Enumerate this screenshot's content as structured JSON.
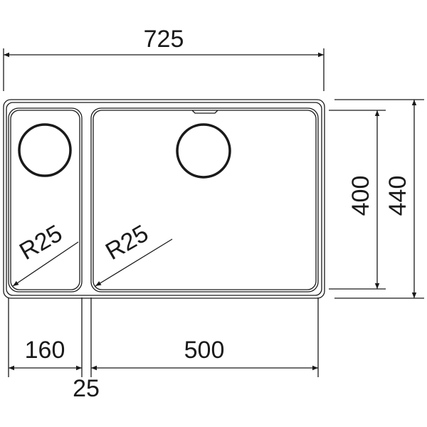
{
  "dimensions": {
    "overall_width": "725",
    "bowl_height": "400",
    "overall_height": "440",
    "small_bowl_width": "160",
    "gap_width": "25",
    "large_bowl_width": "500",
    "small_bowl_radius": "R25",
    "large_bowl_radius": "R25"
  },
  "colors": {
    "line": "#1a1a1a",
    "background": "#ffffff"
  }
}
